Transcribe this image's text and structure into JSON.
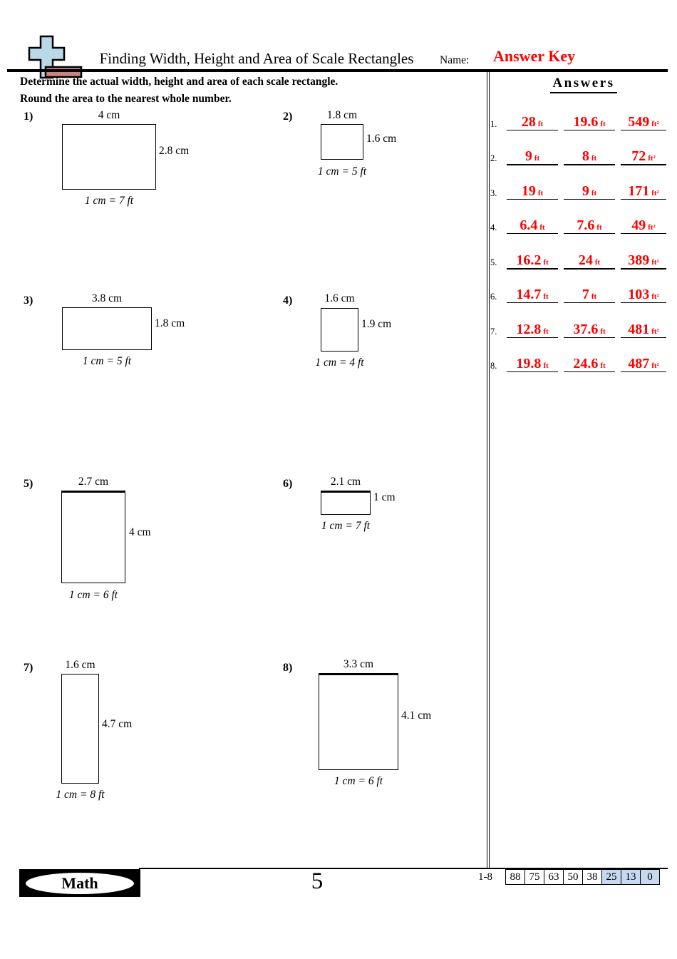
{
  "header": {
    "title": "Finding Width, Height and Area of Scale Rectangles",
    "name_label": "Name:",
    "name_value": "Answer Key"
  },
  "instructions": {
    "line1": "Determine the actual width, height and area of each scale rectangle.",
    "line2": "Round the area to the nearest whole number."
  },
  "problems": [
    {
      "num": "1)",
      "width_label": "4 cm",
      "height_label": "2.8 cm",
      "scale": "1 cm = 7 ft"
    },
    {
      "num": "2)",
      "width_label": "1.8 cm",
      "height_label": "1.6 cm",
      "scale": "1 cm = 5 ft"
    },
    {
      "num": "3)",
      "width_label": "3.8 cm",
      "height_label": "1.8 cm",
      "scale": "1 cm = 5 ft"
    },
    {
      "num": "4)",
      "width_label": "1.6 cm",
      "height_label": "1.9 cm",
      "scale": "1 cm = 4 ft"
    },
    {
      "num": "5)",
      "width_label": "2.7 cm",
      "height_label": "4 cm",
      "scale": "1 cm = 6 ft"
    },
    {
      "num": "6)",
      "width_label": "2.1 cm",
      "height_label": "1 cm",
      "scale": "1 cm = 7 ft"
    },
    {
      "num": "7)",
      "width_label": "1.6 cm",
      "height_label": "4.7 cm",
      "scale": "1 cm = 8 ft"
    },
    {
      "num": "8)",
      "width_label": "3.3 cm",
      "height_label": "4.1 cm",
      "scale": "1 cm = 6 ft"
    }
  ],
  "answers": {
    "title": "Answers",
    "rows": [
      {
        "num": "1.",
        "width": "28",
        "width_unit": "ft",
        "height": "19.6",
        "height_unit": "ft",
        "area": "549",
        "area_unit": "ft²"
      },
      {
        "num": "2.",
        "width": "9",
        "width_unit": "ft",
        "height": "8",
        "height_unit": "ft",
        "area": "72",
        "area_unit": "ft²"
      },
      {
        "num": "3.",
        "width": "19",
        "width_unit": "ft",
        "height": "9",
        "height_unit": "ft",
        "area": "171",
        "area_unit": "ft²"
      },
      {
        "num": "4.",
        "width": "6.4",
        "width_unit": "ft",
        "height": "7.6",
        "height_unit": "ft",
        "area": "49",
        "area_unit": "ft²"
      },
      {
        "num": "5.",
        "width": "16.2",
        "width_unit": "ft",
        "height": "24",
        "height_unit": "ft",
        "area": "389",
        "area_unit": "ft²"
      },
      {
        "num": "6.",
        "width": "14.7",
        "width_unit": "ft",
        "height": "7",
        "height_unit": "ft",
        "area": "103",
        "area_unit": "ft²"
      },
      {
        "num": "7.",
        "width": "12.8",
        "width_unit": "ft",
        "height": "37.6",
        "height_unit": "ft",
        "area": "481",
        "area_unit": "ft²"
      },
      {
        "num": "8.",
        "width": "19.8",
        "width_unit": "ft",
        "height": "24.6",
        "height_unit": "ft",
        "area": "487",
        "area_unit": "ft²"
      }
    ]
  },
  "footer": {
    "brand": "Math",
    "page": "5",
    "score_label": "1-8",
    "score_cells": [
      "88",
      "75",
      "63",
      "50",
      "38",
      "25",
      "13",
      "0"
    ]
  },
  "colors": {
    "answer_red": "#ff0000",
    "score_highlight": "#c6d9f1",
    "logo_blue": "#b9d9e8",
    "logo_pink": "#c98585"
  }
}
